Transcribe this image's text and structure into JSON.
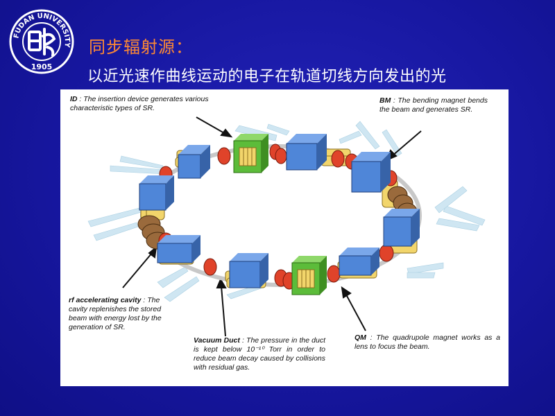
{
  "logo": {
    "ring_text": "FUDAN UNIVERSITY",
    "year": "1905",
    "colors": {
      "ring": "#ffffff",
      "fill": "#1a1aa0"
    }
  },
  "slide": {
    "title": "同步辐射源：",
    "subtitle": "以近光速作曲线运动的电子在轨道切线方向发出的光",
    "colors": {
      "background": "#1a1aa0",
      "title": "#ff8a33",
      "subtitle": "#ffffff"
    }
  },
  "diagram": {
    "labels": {
      "id": {
        "term": "ID",
        "text": " : The insertion device generates various characteristic types of SR."
      },
      "bm": {
        "term": "BM",
        "text": " : The bending magnet bends the beam and generates SR."
      },
      "rf": {
        "term": "rf accelerating cavity",
        "text": " : The cavity replenishes the stored beam with energy lost by the generation of SR."
      },
      "vd": {
        "term": "Vacuum Duct",
        "text": " : The pressure in the duct is kept below 10⁻¹⁰ Torr in order to reduce beam decay caused by collisions with residual gas."
      },
      "qm": {
        "term": "QM",
        "text": " : The quadrupole magnet works as a lens to focus the beam."
      }
    },
    "colors": {
      "bending_magnet": "#4f86d8",
      "insertion_device": "#5cbc3a",
      "quadrupole": "#f2d56b",
      "rf_cavity": "#9a6a3c",
      "duct_flange": "#e0432a",
      "sr_beam": "#cfe6f2"
    }
  }
}
